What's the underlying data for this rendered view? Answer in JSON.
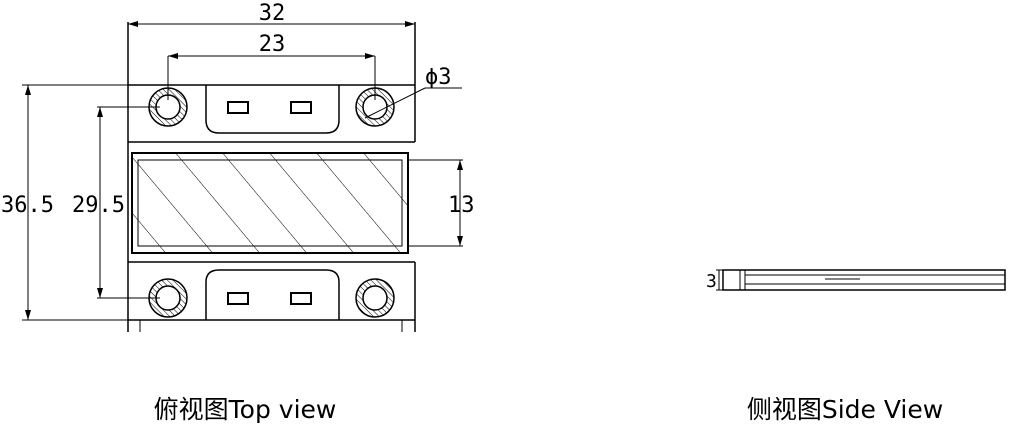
{
  "top_view": {
    "dim_overall_width": "32",
    "dim_hole_spacing": "23",
    "dim_hole_diameter": "ϕ3",
    "dim_overall_height": "36.5",
    "dim_hole_vertical": "29.5",
    "dim_band_height": "13",
    "caption": "俯视图Top view"
  },
  "side_view": {
    "dim_thickness": "3",
    "caption": "侧视图Side View"
  }
}
